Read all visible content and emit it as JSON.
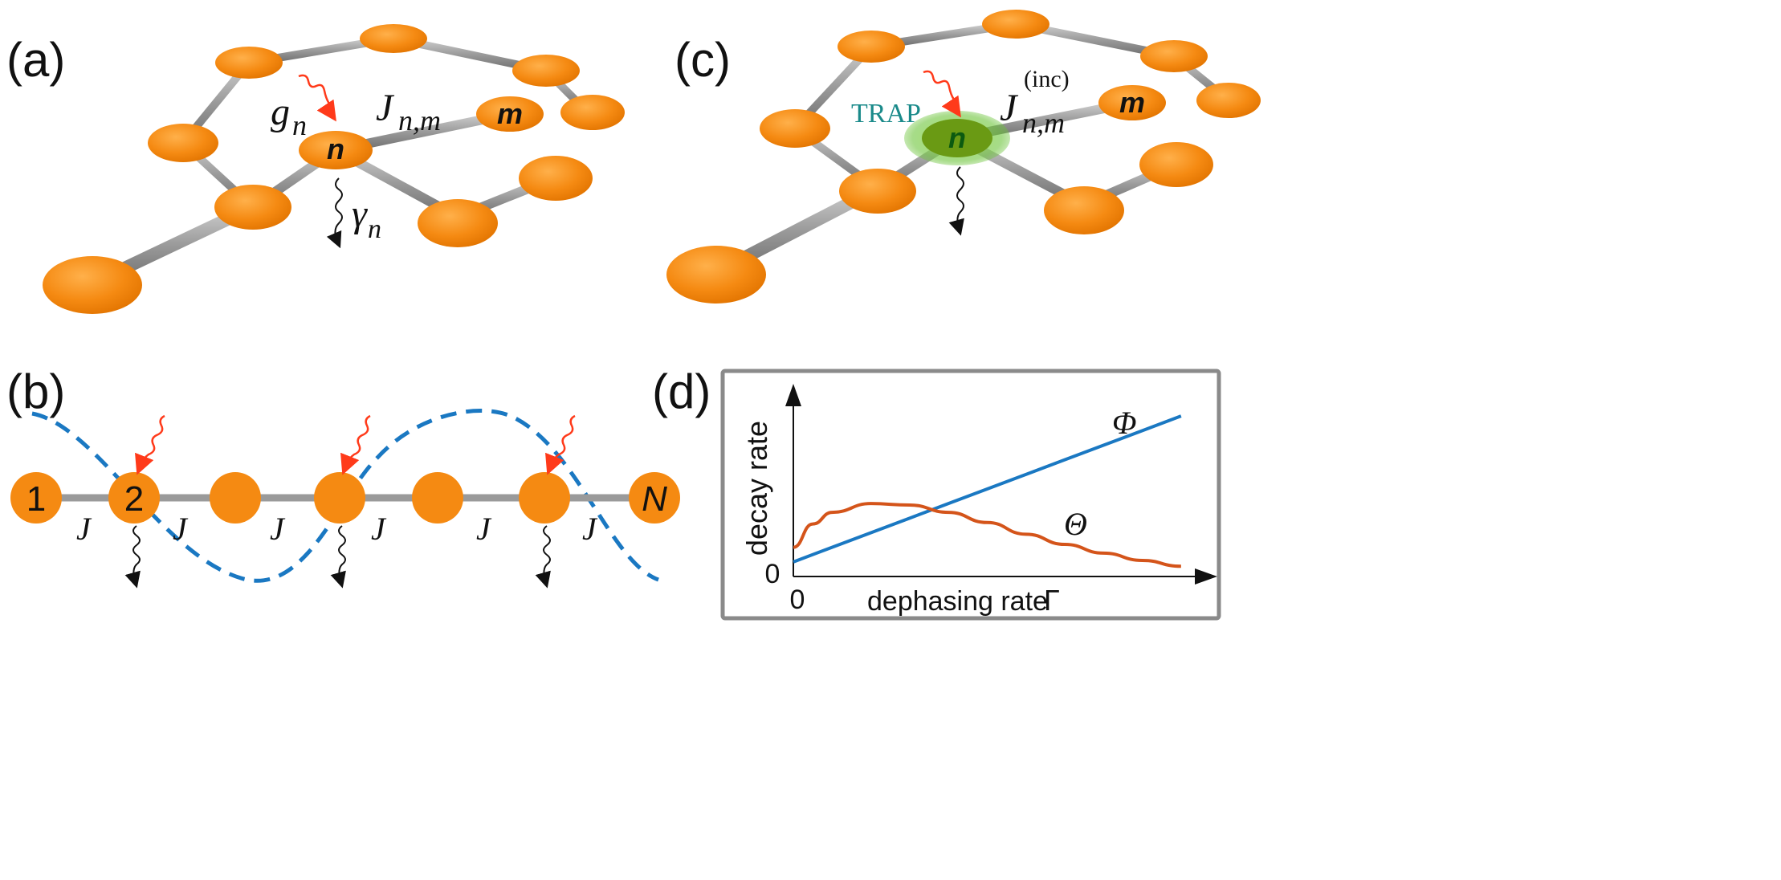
{
  "panels": {
    "a": {
      "label": "(a)",
      "node_n": "n",
      "node_m": "m",
      "g_label": "g",
      "g_sub": "n",
      "j_label": "J",
      "j_sub": "n,m",
      "gamma_label": "γ",
      "gamma_sub": "n"
    },
    "b": {
      "label": "(b)",
      "node_labels": [
        "1",
        "2",
        "",
        "",
        "",
        "",
        "N"
      ],
      "coupling_label": "J"
    },
    "c": {
      "label": "(c)",
      "node_n": "n",
      "node_m": "m",
      "trap_label": "TRAP",
      "j_label": "J",
      "j_sub": "n,m",
      "j_sup": "(inc)"
    },
    "d": {
      "label": "(d)",
      "ylabel": "decay rate",
      "xlabel": "dephasing rate",
      "xlabel_symbol": "Γ",
      "x_zero": "0",
      "y_zero": "0",
      "phi_label": "Φ",
      "theta_label": "Θ"
    }
  },
  "colors": {
    "node_orange": "#f58a12",
    "node_dark": "#c86400",
    "bond_gray": "#909090",
    "dashed_blue": "#1a78c2",
    "arrow_red": "#ff3a1a",
    "trap_green": "#6cc43a",
    "trap_text": "#1a8a8a",
    "phi_line": "#1a78c2",
    "theta_line": "#d4541a"
  },
  "chart_data": {
    "type": "line",
    "title": "",
    "xlabel": "dephasing rate Γ",
    "ylabel": "decay rate",
    "series": [
      {
        "name": "Φ",
        "x": [
          0,
          1,
          2,
          3,
          4,
          5,
          6,
          7,
          8,
          9,
          10
        ],
        "values": [
          0.1,
          0.2,
          0.3,
          0.4,
          0.5,
          0.6,
          0.7,
          0.8,
          0.9,
          1.0,
          1.1
        ]
      },
      {
        "name": "Θ",
        "x": [
          0,
          0.5,
          1,
          2,
          3,
          4,
          5,
          6,
          7,
          8,
          9,
          10
        ],
        "values": [
          0.2,
          0.36,
          0.44,
          0.5,
          0.49,
          0.44,
          0.37,
          0.29,
          0.22,
          0.16,
          0.11,
          0.07
        ]
      }
    ],
    "xlim": [
      0,
      10.5
    ],
    "ylim": [
      0,
      1.2
    ],
    "grid": false
  }
}
